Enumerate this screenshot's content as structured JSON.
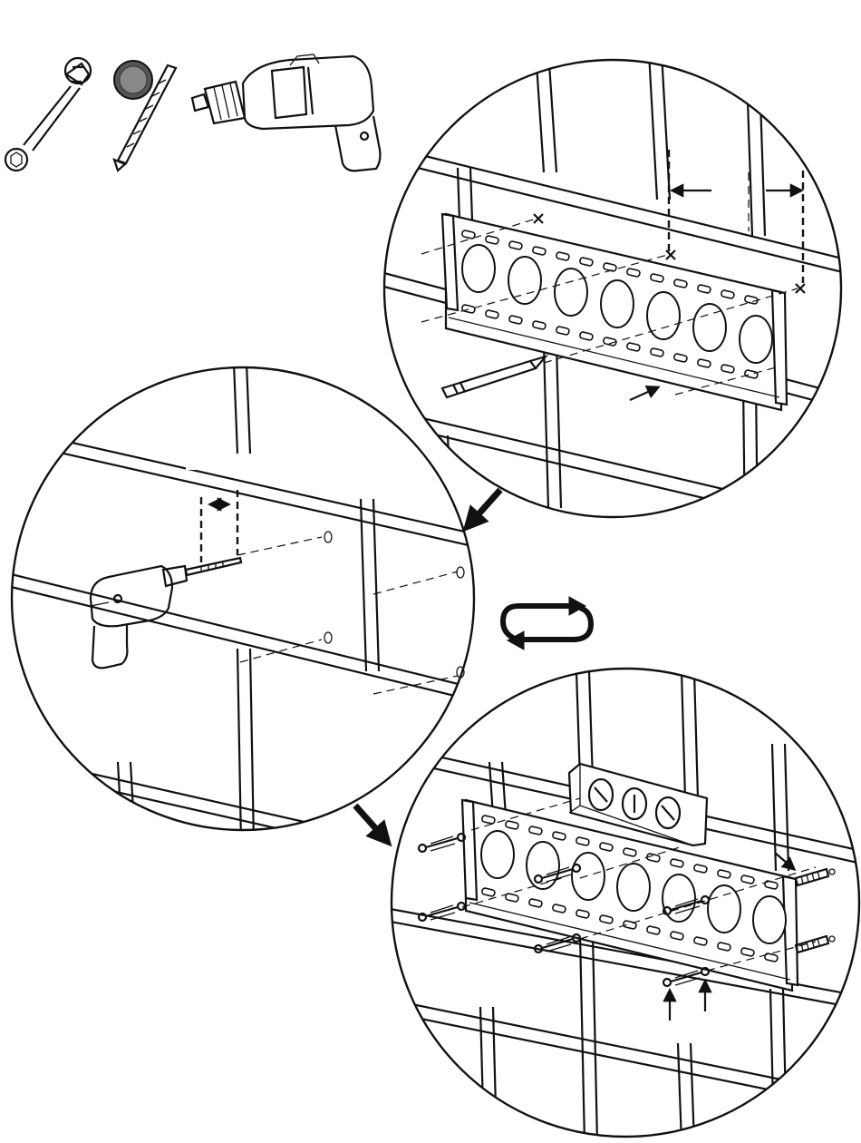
{
  "colors": {
    "line": "#111111",
    "background": "#ffffff"
  },
  "tools": [
    "wrench-icon",
    "masonry-drill-bit-icon",
    "power-drill-icon"
  ],
  "steps": [
    {
      "id": "mark",
      "icon": "pencil-icon"
    },
    {
      "id": "drill",
      "icon": "power-drill-icon"
    },
    {
      "id": "mount",
      "icon": "spirit-level-icon"
    }
  ],
  "repeat_icon": "repeat-arrows-icon"
}
